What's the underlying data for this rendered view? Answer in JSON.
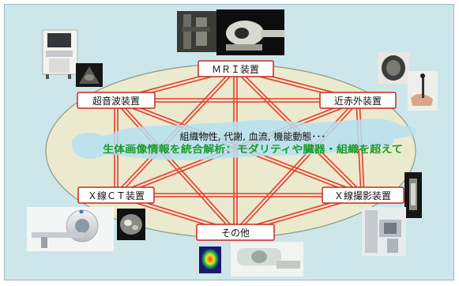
{
  "center": {
    "line1": "組織物性, 代謝, 血流, 機能動態･･･",
    "line2": "生体画像情報を統合解析：モダリティや臓器・組織を超えて"
  },
  "nodes": [
    {
      "key": "mri",
      "label": "ＭＲＩ装置"
    },
    {
      "key": "ultrasound",
      "label": "超音波装置"
    },
    {
      "key": "nir",
      "label": "近赤外装置"
    },
    {
      "key": "xct",
      "label": "Ｘ線ＣＴ装置"
    },
    {
      "key": "xray",
      "label": "Ｘ線撮影装置"
    },
    {
      "key": "other",
      "label": "その他"
    }
  ],
  "colors": {
    "background": "#cde6ea",
    "ellipse": "#ebeacf",
    "ellipse_stroke": "#8a9a86",
    "link": "#e83a2a",
    "node_border": "#c8281e",
    "body_fill": "#b5e0f0",
    "text_dark": "#111111",
    "text_green": "#1a9a2a"
  }
}
